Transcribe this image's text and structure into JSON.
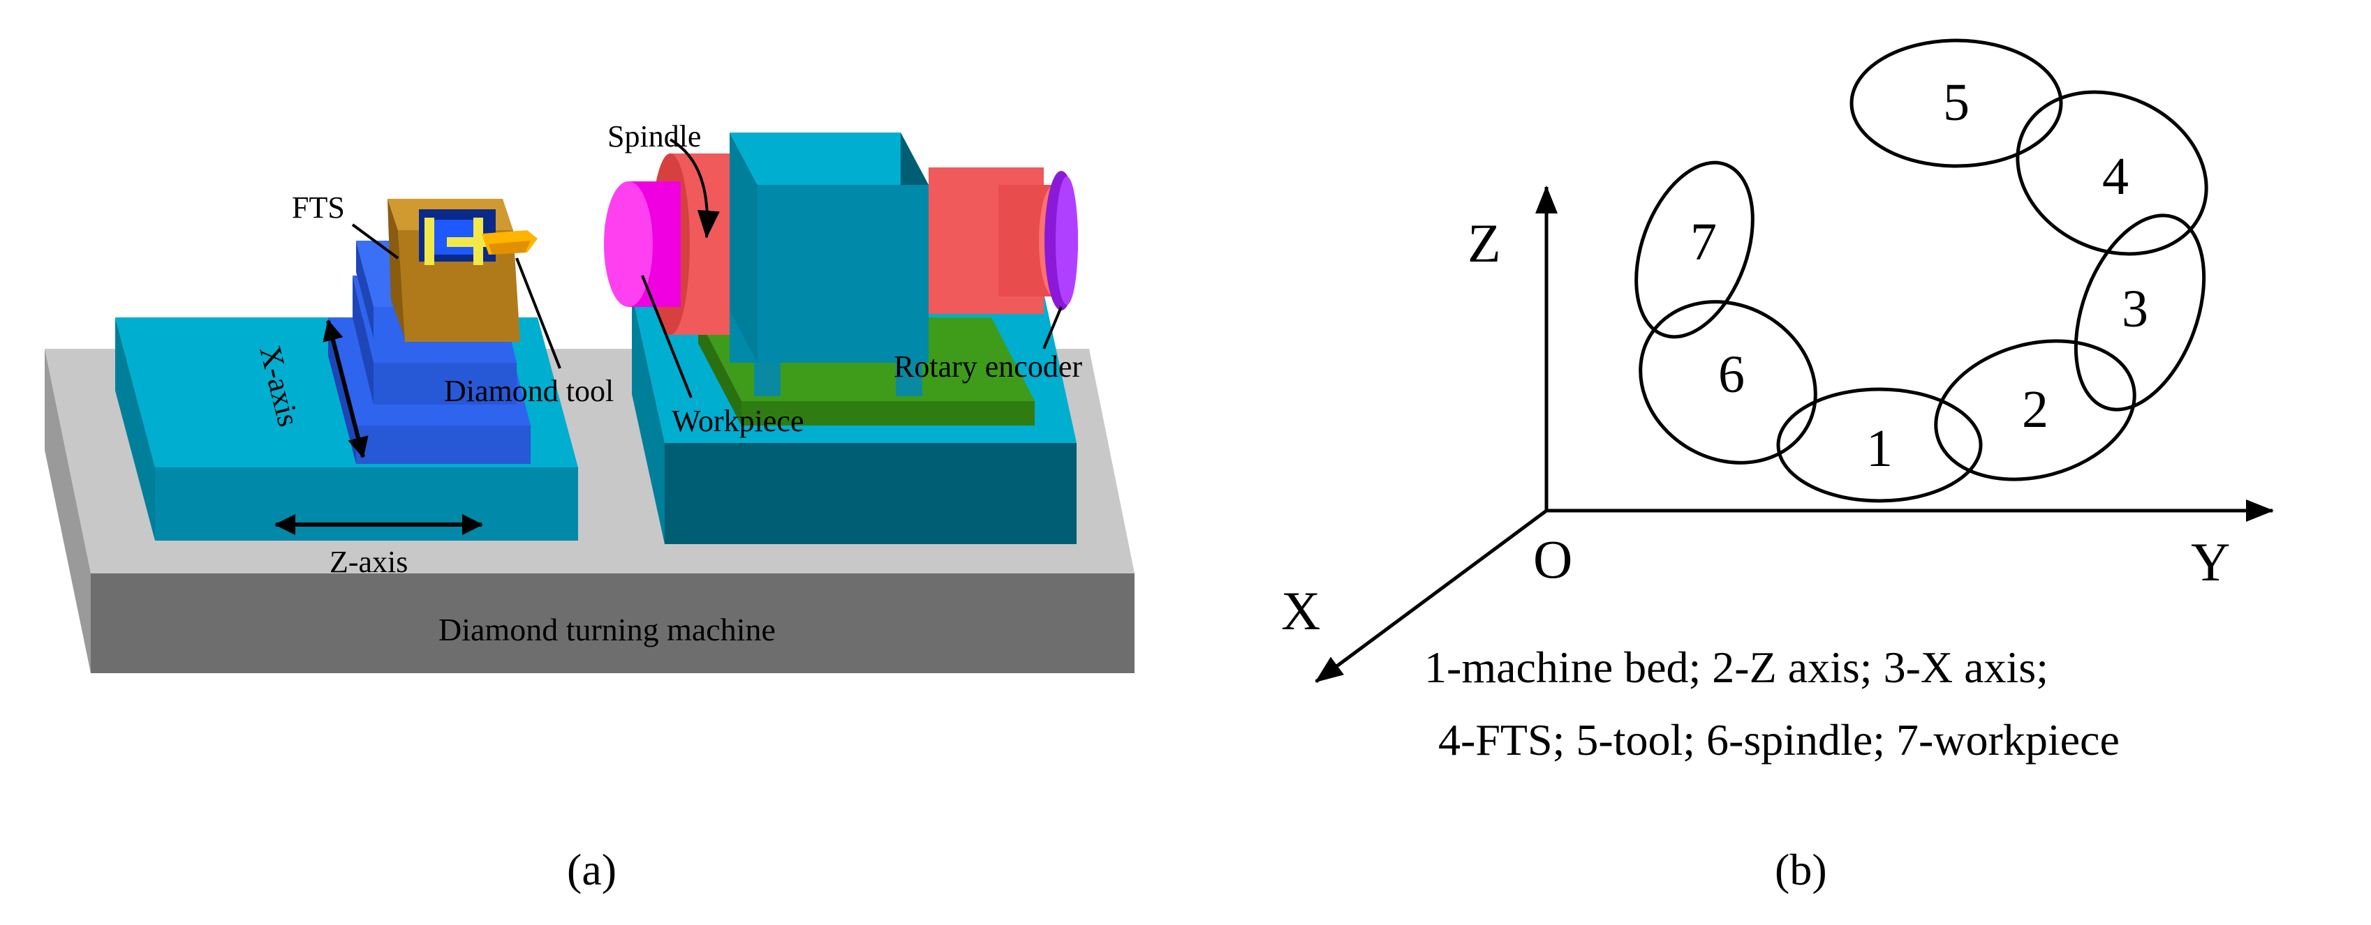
{
  "panel_a": {
    "caption": "(a)",
    "labels": {
      "fts": "FTS",
      "spindle": "Spindle",
      "x_axis": "X-axis",
      "z_axis": "Z-axis",
      "diamond_tool": "Diamond tool",
      "workpiece": "Workpiece",
      "rotary_encoder": "Rotary encoder",
      "machine": "Diamond turning machine"
    },
    "colors": {
      "bed_top": "#c8c8c8",
      "bed_front": "#a8a8a8",
      "bed_side": "#6e6e6e",
      "cyan_top": "#00aed0",
      "cyan_front": "#0089a8",
      "cyan_side": "#005e74",
      "blue": "#2f64ee",
      "blue_dark": "#1e46b8",
      "fts": "#b07a1a",
      "tool": "#ffb400",
      "green": "#3e9c1a",
      "spindle_red": "#f05a5a",
      "magenta": "#f000e0",
      "purple": "#8a1ad8"
    }
  },
  "panel_b": {
    "caption": "(b)",
    "axes": {
      "z": "Z",
      "y": "Y",
      "x": "X",
      "origin": "O"
    },
    "nodes": [
      "1",
      "2",
      "3",
      "4",
      "5",
      "6",
      "7"
    ],
    "legend_line1": "1-machine bed; 2-Z axis; 3-X axis;",
    "legend_line2": "4-FTS; 5-tool; 6-spindle; 7-workpiece"
  }
}
